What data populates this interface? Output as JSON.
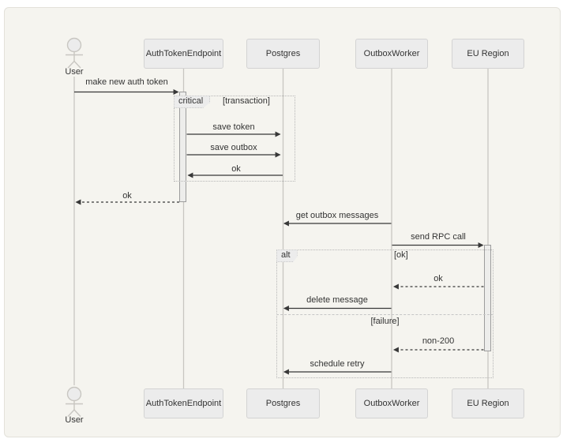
{
  "diagram": {
    "type": "sequence-diagram",
    "participants": [
      {
        "id": "user",
        "label": "User",
        "kind": "actor"
      },
      {
        "id": "auth",
        "label": "AuthTokenEndpoint",
        "kind": "box"
      },
      {
        "id": "postgres",
        "label": "Postgres",
        "kind": "box"
      },
      {
        "id": "outbox",
        "label": "OutboxWorker",
        "kind": "box"
      },
      {
        "id": "eu",
        "label": "EU Region",
        "kind": "box"
      }
    ],
    "messages": [
      {
        "from": "User",
        "to": "AuthTokenEndpoint",
        "label": "make new auth token",
        "style": "solid"
      },
      {
        "from": "AuthTokenEndpoint",
        "to": "Postgres",
        "label": "save token",
        "style": "solid"
      },
      {
        "from": "AuthTokenEndpoint",
        "to": "Postgres",
        "label": "save outbox",
        "style": "solid"
      },
      {
        "from": "Postgres",
        "to": "AuthTokenEndpoint",
        "label": "ok",
        "style": "solid"
      },
      {
        "from": "AuthTokenEndpoint",
        "to": "User",
        "label": "ok",
        "style": "dashed"
      },
      {
        "from": "OutboxWorker",
        "to": "Postgres",
        "label": "get outbox messages",
        "style": "solid"
      },
      {
        "from": "OutboxWorker",
        "to": "EU Region",
        "label": "send RPC call",
        "style": "solid"
      },
      {
        "from": "EU Region",
        "to": "OutboxWorker",
        "label": "ok",
        "style": "dashed"
      },
      {
        "from": "OutboxWorker",
        "to": "Postgres",
        "label": "delete message",
        "style": "solid"
      },
      {
        "from": "EU Region",
        "to": "OutboxWorker",
        "label": "non-200",
        "style": "dashed"
      },
      {
        "from": "OutboxWorker",
        "to": "Postgres",
        "label": "schedule retry",
        "style": "solid"
      }
    ],
    "fragments": {
      "critical": {
        "label": "critical",
        "condition": "[transaction]"
      },
      "alt": {
        "label": "alt",
        "condition_ok": "[ok]",
        "condition_failure": "[failure]"
      }
    },
    "colors": {
      "canvas_bg": "#f5f4ef",
      "box_bg": "#ececec",
      "box_border": "#d3d3d3",
      "lifeline": "#c8c6c1",
      "arrow": "#383838",
      "text": "#333333",
      "fragment_border": "#b6b6b6",
      "activation_bg": "#ededeb",
      "activation_border": "#9c9c9c"
    }
  }
}
